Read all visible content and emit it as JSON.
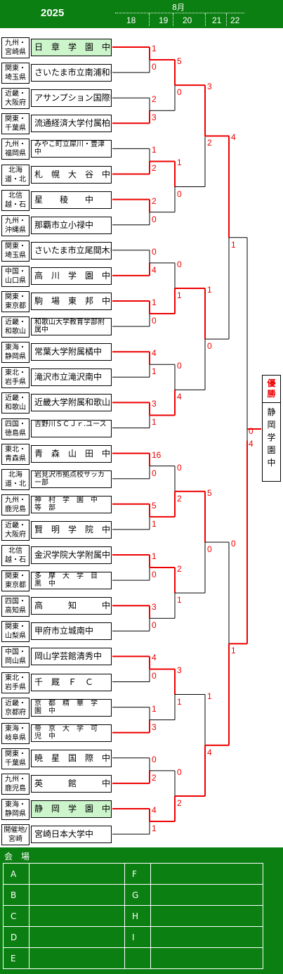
{
  "header": {
    "year": "2025",
    "month": "8月",
    "dates": [
      "18",
      "19",
      "20",
      "21",
      "22"
    ]
  },
  "teams": [
    {
      "region": "九州・宮崎県",
      "name": "日　章　学　園　中",
      "hl": true
    },
    {
      "region": "関東・埼玉県",
      "name": "さいたま市立南浦和中"
    },
    {
      "region": "近畿・大阪府",
      "name": "アサンプション国際中"
    },
    {
      "region": "関東・千葉県",
      "name": "流通経済大学付属柏中"
    },
    {
      "region": "九州・福岡県",
      "name": "みやこ町立犀川・豊津中"
    },
    {
      "region": "北海道・北",
      "name": "札　幌　大　谷　中"
    },
    {
      "region": "北信越・石",
      "name": "星　　稜　　中"
    },
    {
      "region": "九州・沖縄県",
      "name": "那覇市立小禄中"
    },
    {
      "region": "関東・埼玉県",
      "name": "さいたま市立尾間木中"
    },
    {
      "region": "中国・山口県",
      "name": "高　川　学　園　中"
    },
    {
      "region": "関東・東京都",
      "name": "駒　場　東　邦　中"
    },
    {
      "region": "近畿・和歌山",
      "name": "和歌山大学教育学部附属中"
    },
    {
      "region": "東海・静岡県",
      "name": "常葉大学附属橘中"
    },
    {
      "region": "東北・岩手県",
      "name": "滝沢市立滝沢南中"
    },
    {
      "region": "近畿・和歌山",
      "name": "近畿大学附属和歌山中"
    },
    {
      "region": "四国・徳島県",
      "name": "吉野川ＳＣＪｒ.ユース"
    },
    {
      "region": "東北・青森県",
      "name": "青　森　山　田　中"
    },
    {
      "region": "北海道・北",
      "name": "岩見沢市拠点校サッカー部"
    },
    {
      "region": "九州・鹿児島",
      "name": "神　村　学　園　中　等　部"
    },
    {
      "region": "近畿・大阪府",
      "name": "賢　明　学　院　中"
    },
    {
      "region": "北信越・石",
      "name": "金沢学院大学附属中"
    },
    {
      "region": "関東・東京都",
      "name": "多　摩　大　学　目　黒　中"
    },
    {
      "region": "四国・高知県",
      "name": "高　　　知　　　中"
    },
    {
      "region": "関東・山梨県",
      "name": "甲府市立城南中"
    },
    {
      "region": "中国・岡山県",
      "name": "岡山学芸館清秀中"
    },
    {
      "region": "東北・岩手県",
      "name": "千　厩　Ｆ　Ｃ"
    },
    {
      "region": "近畿・京都府",
      "name": "京　都　精　華　学　園　中"
    },
    {
      "region": "東海・岐阜県",
      "name": "帝　京　大　学　可　児　中"
    },
    {
      "region": "関東・千葉県",
      "name": "暁　星　国　際　中"
    },
    {
      "region": "九州・鹿児島",
      "name": "英　　　館　　　中"
    },
    {
      "region": "東海・静岡県",
      "name": "静　岡　学　園　中",
      "hl": true
    },
    {
      "region": "開催地/宮崎",
      "name": "宮崎日本大学中"
    }
  ],
  "scores": {
    "r1": [
      [
        1,
        0
      ],
      [
        2,
        3
      ],
      [
        1,
        2
      ],
      [
        2,
        0
      ],
      [
        0,
        4
      ],
      [
        1,
        0
      ],
      [
        4,
        1
      ],
      [
        3,
        1
      ],
      [
        16,
        0
      ],
      [
        5,
        1
      ],
      [
        1,
        0
      ],
      [
        3,
        0
      ],
      [
        4,
        0
      ],
      [
        1,
        3
      ],
      [
        0,
        2
      ],
      [
        4,
        1
      ]
    ],
    "r2": [
      [
        5,
        0
      ],
      [
        1,
        0
      ],
      [
        0,
        1
      ],
      [
        0,
        4
      ],
      [
        0,
        2
      ],
      [
        2,
        1
      ],
      [
        3,
        1
      ],
      [
        0,
        2
      ]
    ],
    "r3": [
      [
        3,
        2
      ],
      [
        1,
        0
      ],
      [
        5,
        0
      ],
      [
        1,
        4
      ]
    ],
    "r4": [
      [
        4,
        1
      ],
      [
        0,
        1
      ]
    ],
    "final": [
      0,
      4
    ]
  },
  "winner": {
    "label": "優勝",
    "team": "静岡学園中"
  },
  "venue": {
    "title": "会　場",
    "left": [
      "A",
      "B",
      "C",
      "D",
      "E"
    ],
    "right": [
      "F",
      "G",
      "H",
      "I",
      ""
    ]
  }
}
